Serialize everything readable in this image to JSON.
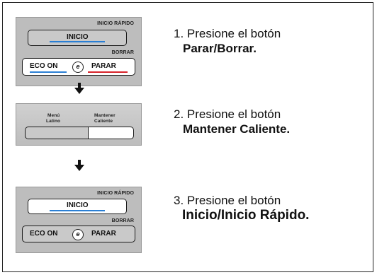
{
  "panel1": {
    "top_label": "INICIO RÁPIDO",
    "start_button": "INICIO",
    "bottom_label": "BORRAR",
    "eco_button": "ECO ON",
    "eco_icon": "e",
    "stop_button": "PARAR"
  },
  "panel2": {
    "left_label_line1": "Menú",
    "left_label_line2": "Latino",
    "right_label_line1": "Mantener",
    "right_label_line2": "Caliente"
  },
  "panel3": {
    "top_label": "INICIO RÁPIDO",
    "start_button": "INICIO",
    "bottom_label": "BORRAR",
    "eco_button": "ECO ON",
    "eco_icon": "e",
    "stop_button": "PARAR"
  },
  "steps": [
    {
      "line1": "1. Presione el botón",
      "line2": "Parar/Borrar."
    },
    {
      "line1": "2. Presione el botón",
      "line2": "Mantener Caliente."
    },
    {
      "line1": "3. Presione el botón",
      "line2": "Inicio/Inicio Rápido."
    }
  ],
  "colors": {
    "accent_blue": "#2a7fd4",
    "accent_red": "#d8232a",
    "panel_gray": "#bdbdbd"
  },
  "icons": {
    "arrow": "down-arrow-icon"
  }
}
